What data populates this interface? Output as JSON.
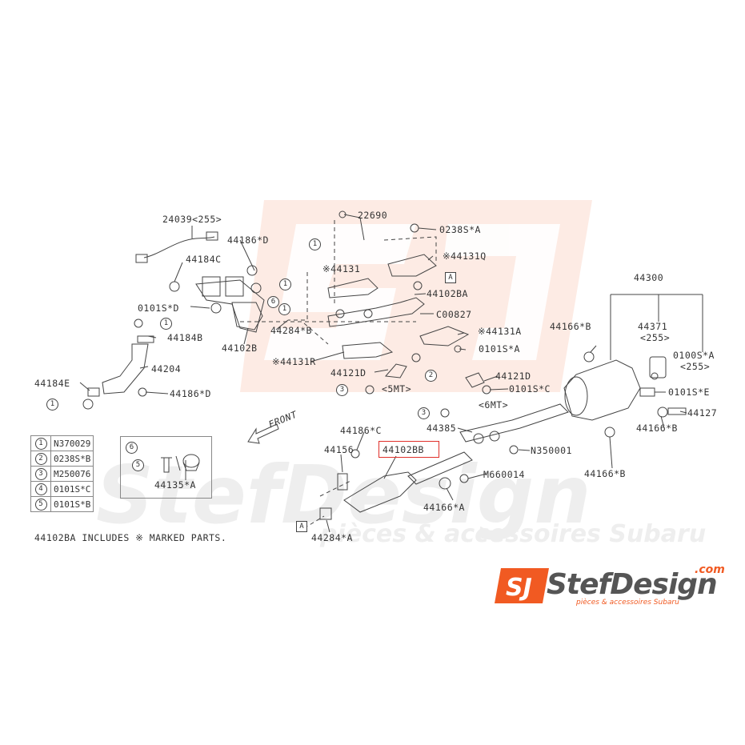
{
  "labels": {
    "p24039": "24039<255>",
    "p22690": "22690",
    "p0238sa": "0238S*A",
    "p44186d_top": "44186*D",
    "p44184c": "44184C",
    "p44131": "※44131",
    "p44131q": "※44131Q",
    "p44102ba": "44102BA",
    "p0101sd": "0101S*D",
    "pC00827": "C00827",
    "p44284b": "44284*B",
    "p44102b": "44102B",
    "p44184b": "44184B",
    "p44131a": "※44131A",
    "p0101sa_mid": "0101S*A",
    "p44131r": "※44131R",
    "p44121d_l": "44121D",
    "p44121d_r": "44121D",
    "p5mt": "<5MT>",
    "p6mt": "<6MT>",
    "p44204": "44204",
    "p44184e": "44184E",
    "p44186d_bot": "44186*D",
    "p0101sc": "0101S*C",
    "p44300": "44300",
    "p44166b_1": "44166*B",
    "p44371": "44371",
    "p44371_255": "<255>",
    "p0100sa": "0100S*A",
    "p0100sa_255": "<255>",
    "p0101se": "0101S*E",
    "p44127": "44127",
    "p44166b_2": "44166*B",
    "p44166b_3": "44166*B",
    "p44385": "44385",
    "pN350001": "N350001",
    "p44186c": "44186*C",
    "p44156": "44156",
    "p44102bb": "44102BB",
    "pM660014": "M660014",
    "p44166a": "44166*A",
    "p44135a": "44135*A",
    "p44284a": "44284*A",
    "front": "FRONT",
    "box_a": "A",
    "note": "44102BA INCLUDES ※ MARKED PARTS."
  },
  "legend": [
    {
      "num": "1",
      "code": "N370029"
    },
    {
      "num": "2",
      "code": "0238S*B"
    },
    {
      "num": "3",
      "code": "M250076"
    },
    {
      "num": "4",
      "code": "0101S*C"
    },
    {
      "num": "5",
      "code": "0101S*B"
    }
  ],
  "inset": {
    "num6": "6",
    "num5": "5"
  },
  "callouts": {
    "c1": "1",
    "c2": "2",
    "c3": "3",
    "c6": "6"
  },
  "watermark": {
    "big": "StefDesign",
    "sub": "pièces & accessoires Subaru"
  },
  "logo": {
    "mark": "SJ",
    "name": "StefDesign",
    "dotcom": ".com",
    "tagline": "pièces & accessoires Subaru"
  },
  "colors": {
    "line": "#444444",
    "highlight": "#e0302a",
    "brand": "#f15a22"
  }
}
